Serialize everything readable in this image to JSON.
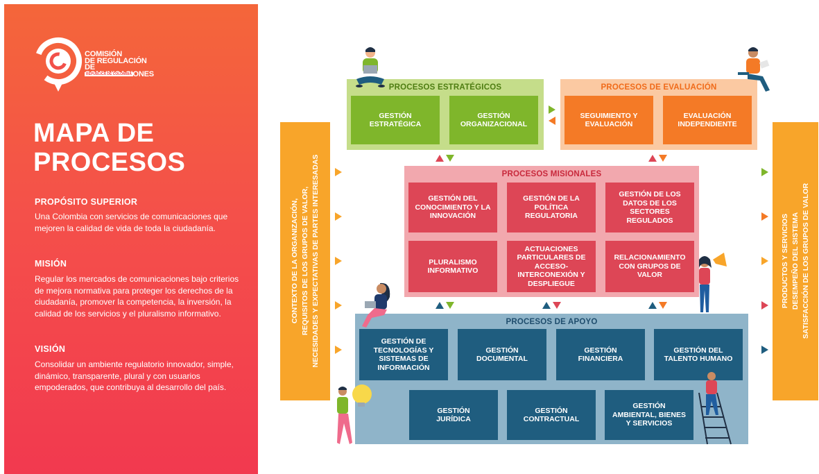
{
  "left_panel": {
    "logo": {
      "text": "COMISIÓN\nDE REGULACIÓN\nDE COMUNICACIONES",
      "subtitle": "REPÚBLICA DE COLOMBIA"
    },
    "title_line1": "MAPA DE",
    "title_line2": "PROCESOS",
    "proposito_title": "PROPÓSITO SUPERIOR",
    "proposito_text": "Una Colombia con servicios de comunicaciones que mejoren la calidad de vida de toda la ciudadanía.",
    "mision_title": "MISIÓN",
    "mision_text": "Regular los mercados de comunicaciones bajo criterios de mejora normativa para proteger los derechos de la ciudadanía, promover la competencia, la inversión, la calidad de los servicios y el pluralismo informativo.",
    "vision_title": "VISIÓN",
    "vision_text": "Consolidar un ambiente regulatorio innovador, simple, dinámico, transparente, plural y con usuarios empoderados, que contribuya al desarrollo del país."
  },
  "left_bar_text": "CONTEXTO DE LA ORGANIZACIÓN,\nREQUISITOS DE LOS GRUPOS DE VALOR,\nNECESIDADES Y EXPECTATIVAS DE PARTES INTERESADAS",
  "right_bar_text": "PRODUCTOS Y SERVICIOS\nDESEMPEÑO DEL SISTEMA\nSATISFACCIÓN DE LOS GRUPOS DE VALOR",
  "estrategicos": {
    "title": "PROCESOS ESTRATÉGICOS",
    "items": [
      "GESTIÓN\nESTRATÉGICA",
      "GESTIÓN\nORGANIZACIONAL"
    ]
  },
  "evaluacion": {
    "title": "PROCESOS DE EVALUACIÓN",
    "items": [
      "SEGUIMIENTO Y\nEVALUACIÓN",
      "EVALUACIÓN\nINDEPENDIENTE"
    ]
  },
  "misionales": {
    "title": "PROCESOS MISIONALES",
    "items": [
      "GESTIÓN DEL\nCONOCIMIENTO Y LA\nINNOVACIÓN",
      "GESTIÓN DE LA\nPOLÍTICA\nREGULATORIA",
      "GESTIÓN DE LOS\nDATOS DE LOS\nSECTORES\nREGULADOS",
      "PLURALISMO\nINFORMATIVO",
      "ACTUACIONES\nPARTICULARES DE\nACCESO-\nINTERCONEXIÓN Y\nDESPLIEGUE",
      "RELACIONAMIENTO\nCON GRUPOS DE\nVALOR"
    ]
  },
  "apoyo": {
    "title": "PROCESOS DE APOYO",
    "items": [
      "GESTIÓN DE\nTECNOLOGÍAS Y\nSISTEMAS DE\nINFORMACIÓN",
      "GESTIÓN\nDOCUMENTAL",
      "GESTIÓN\nFINANCIERA",
      "GESTIÓN DEL\nTALENTO HUMANO",
      "GESTIÓN\nJURÍDICA",
      "GESTIÓN\nCONTRACTUAL",
      "GESTIÓN\nAMBIENTAL, BIENES\nY SERVICIOS"
    ]
  },
  "colors": {
    "green_light": "#c5dd8a",
    "green_dark": "#7fb62b",
    "orange_light": "#fbc9a2",
    "orange_dark": "#f47a26",
    "red_light": "#f2a8ae",
    "red_dark": "#dd4656",
    "blue_light": "#8fb4c9",
    "blue_dark": "#1f5d7f",
    "side_bar": "#f8a52a"
  }
}
